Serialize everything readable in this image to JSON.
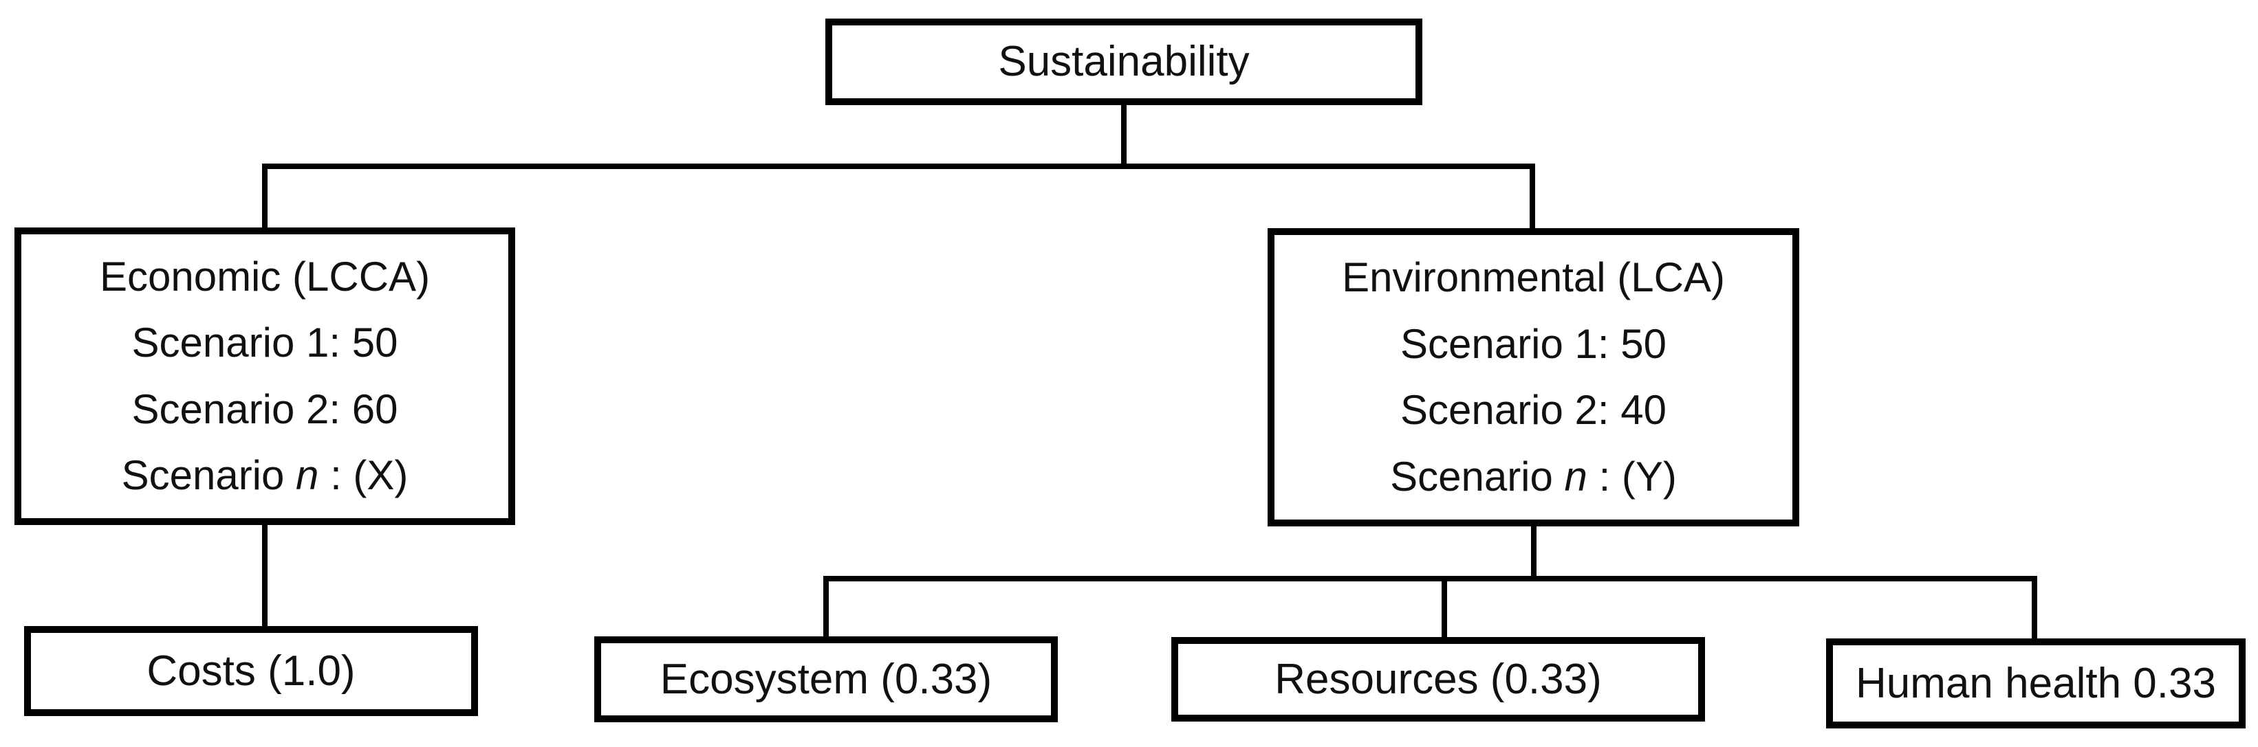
{
  "nodes": {
    "sustainability": {
      "label": "Sustainability"
    },
    "economic": {
      "title": "Economic (LCCA)",
      "scenario1": "Scenario 1: 50",
      "scenario2": "Scenario 2: 60",
      "scenario_n_prefix": "Scenario ",
      "scenario_n_var": "n",
      "scenario_n_suffix": " : (X)"
    },
    "environmental": {
      "title": "Environmental (LCA)",
      "scenario1": "Scenario 1: 50",
      "scenario2": "Scenario 2: 40",
      "scenario_n_prefix": "Scenario ",
      "scenario_n_var": "n",
      "scenario_n_suffix": " : (Y)"
    },
    "costs": {
      "label": "Costs (1.0)"
    },
    "ecosystem": {
      "label": "Ecosystem (0.33)"
    },
    "resources": {
      "label": "Resources (0.33)"
    },
    "human_health": {
      "label": "Human health 0.33"
    }
  },
  "edges": [
    {
      "from": "sustainability",
      "to": "economic"
    },
    {
      "from": "sustainability",
      "to": "environmental"
    },
    {
      "from": "economic",
      "to": "costs"
    },
    {
      "from": "environmental",
      "to": "ecosystem"
    },
    {
      "from": "environmental",
      "to": "resources"
    },
    {
      "from": "environmental",
      "to": "human_health"
    }
  ],
  "colors": {
    "line": "#000000",
    "background": "#ffffff",
    "text": "#111111"
  }
}
